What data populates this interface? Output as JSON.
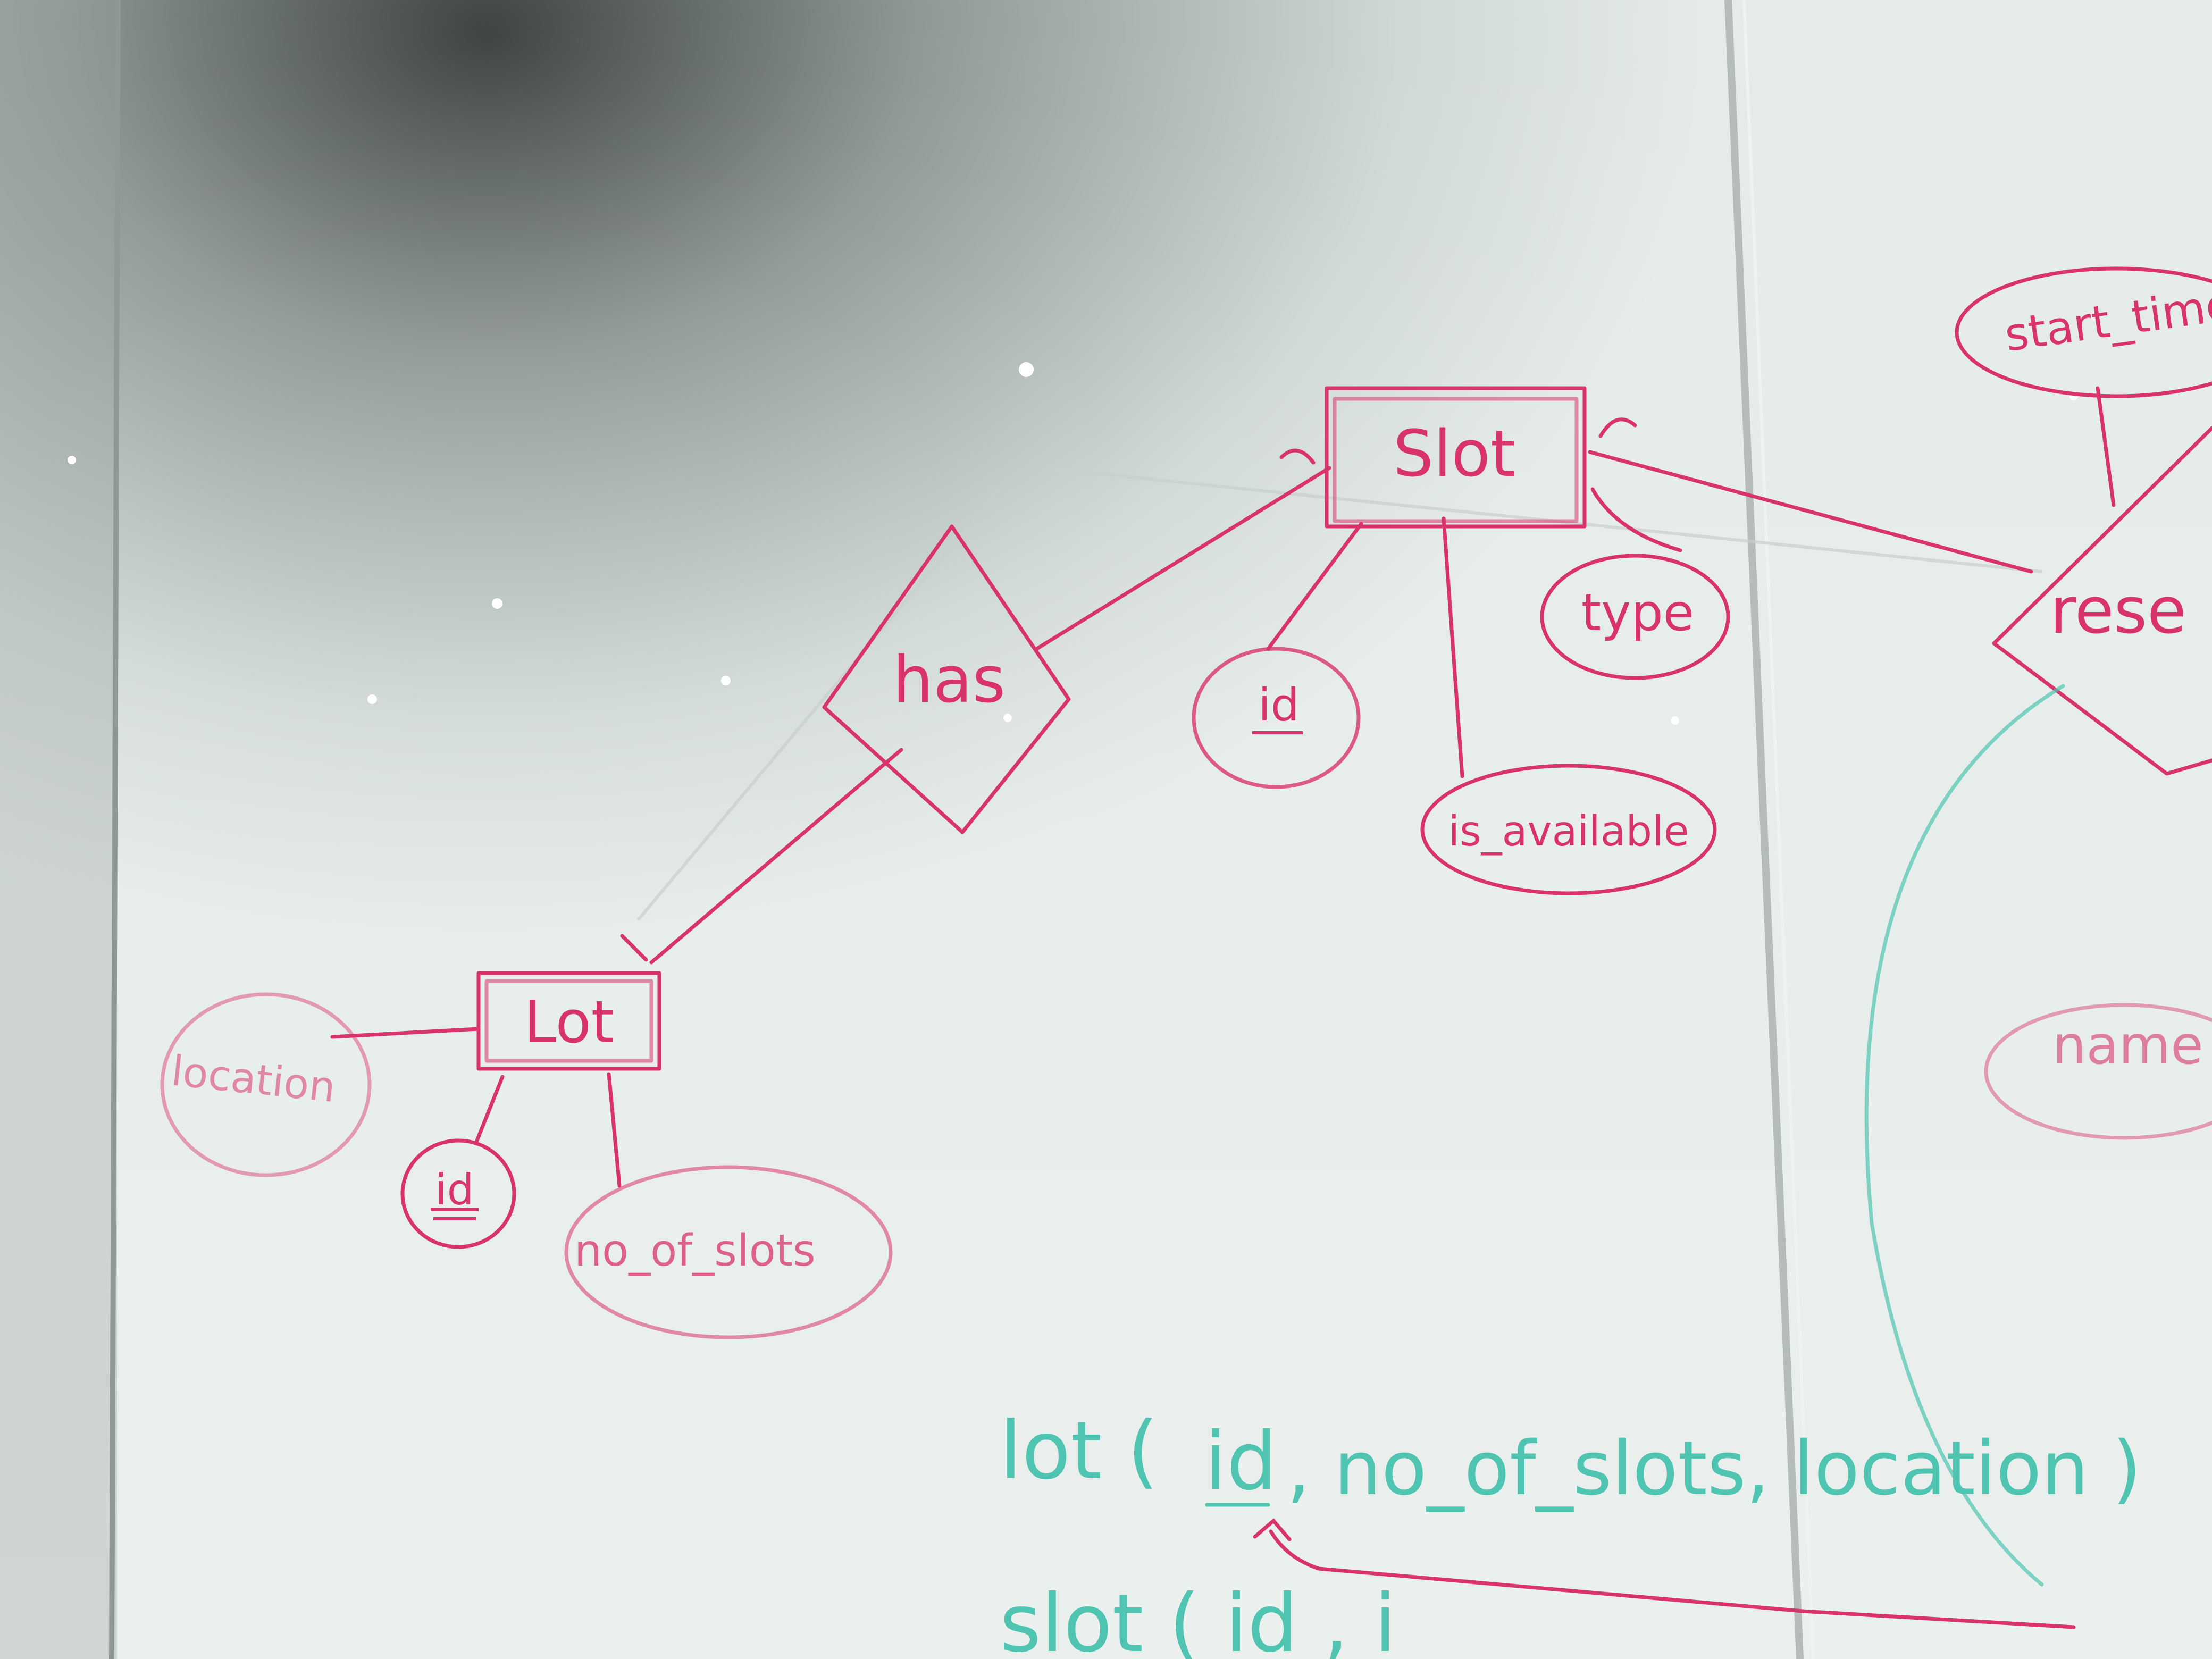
{
  "colors": {
    "marker_pink": "#d9346a",
    "marker_teal": "#4fc4b0",
    "board": "#dfe6e3"
  },
  "entities": {
    "lot": "Lot",
    "slot": "Slot"
  },
  "relationships": {
    "has": "has",
    "reserve": "rese"
  },
  "attributes": {
    "lot_location": "location",
    "lot_id": "id",
    "lot_no_of_slots": "no_of_slots",
    "slot_id": "id",
    "slot_is_available": "is_available",
    "slot_type": "type",
    "start_time": "start_time",
    "name": "name"
  },
  "schema": {
    "line1_table": "lot (",
    "line1_key": "id",
    "line1_rest": ", no_of_slots, location )",
    "line2": "slot ( id , i"
  }
}
